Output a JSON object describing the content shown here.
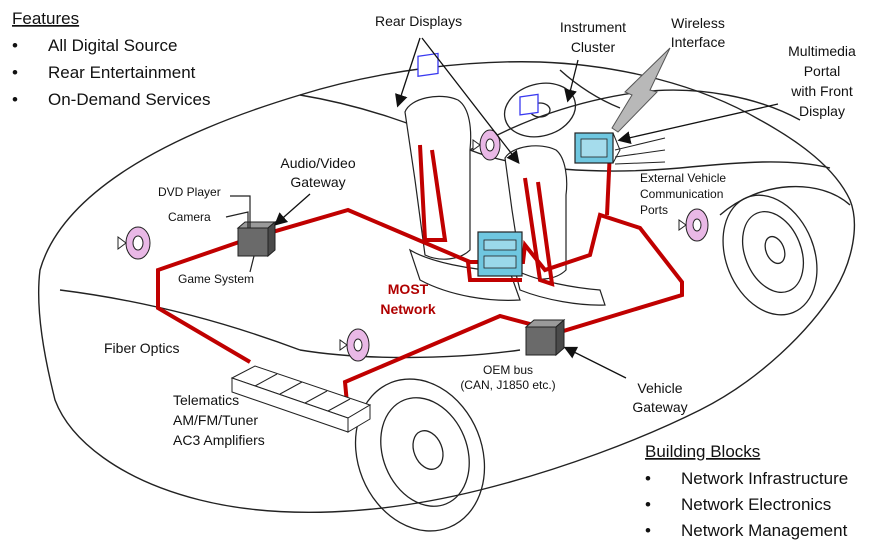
{
  "features": {
    "heading": "Features",
    "bullet": "•",
    "items": [
      "All Digital Source",
      "Rear Entertainment",
      "On-Demand Services"
    ]
  },
  "building_blocks": {
    "heading": "Building Blocks",
    "bullet": "•",
    "items": [
      "Network Infrastructure",
      "Network Electronics",
      "Network Management"
    ]
  },
  "labels": {
    "rear_displays": "Rear Displays",
    "instrument_cluster": [
      "Instrument",
      "Cluster"
    ],
    "wireless_interface": [
      "Wireless",
      "Interface"
    ],
    "multimedia_portal": [
      "Multimedia",
      "Portal",
      "with Front",
      "Display"
    ],
    "external_ports": [
      "External Vehicle",
      "Communication",
      "Ports"
    ],
    "av_gateway": [
      "Audio/Video",
      "Gateway"
    ],
    "dvd_player": "DVD Player",
    "camera": "Camera",
    "game_system": "Game System",
    "most_network": [
      "MOST",
      "Network"
    ],
    "fiber_optics": "Fiber Optics",
    "oem_bus": [
      "OEM bus",
      "(CAN, J1850 etc.)"
    ],
    "vehicle_gateway": [
      "Vehicle",
      "Gateway"
    ],
    "telematics": [
      "Telematics",
      "AM/FM/Tuner",
      "AC3 Amplifiers"
    ]
  },
  "colors": {
    "network": "#c00000",
    "display_panel": "#6fc7e0",
    "speaker": "#e9b8e6",
    "gateway_box": "#6a6a6a",
    "outline": "#222222"
  }
}
